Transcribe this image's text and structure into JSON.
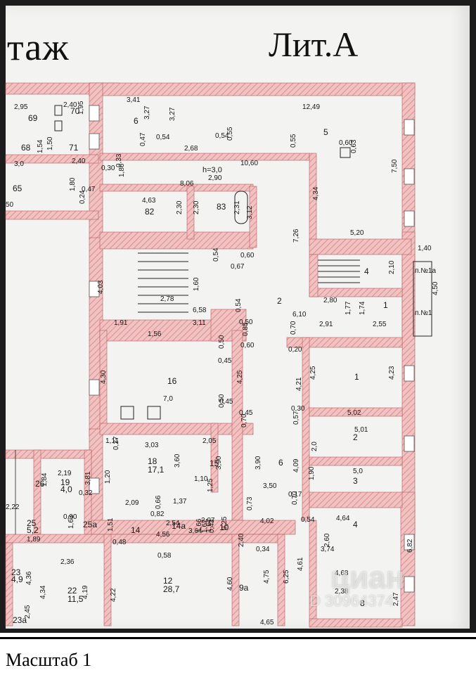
{
  "header": {
    "floor_title": "таж",
    "lit_title": "Лит.А"
  },
  "footer": {
    "scale_label": "Масштаб 1"
  },
  "watermark": {
    "logo": "циан",
    "listing_id": "D 30964374"
  },
  "colors": {
    "wall_fill": "#f1c2c2",
    "wall_hatch": "#d98080",
    "ink": "#161616",
    "paper": "#f3f3f1"
  },
  "plan": {
    "ceiling_height": "h=3,0",
    "stair_exits": [
      "п.№1а",
      "п.№1"
    ],
    "rooms": [
      "69",
      "70",
      "71",
      "68",
      "65",
      "6",
      "5",
      "82",
      "83",
      "4",
      "1",
      "2",
      "16",
      "18",
      "17,1",
      "15",
      "26",
      "19",
      "4,0",
      "25",
      "5,2",
      "25а",
      "14",
      "14а",
      "10",
      "6",
      "1",
      "2",
      "3",
      "4",
      "23",
      "4,9",
      "22",
      "11,5",
      "12",
      "28,7",
      "9а",
      "8",
      "23а"
    ],
    "dimensions": [
      "2,95",
      "2,40",
      "1,95",
      "3,41",
      "3,27",
      "3,27",
      "12,49",
      "0,47",
      "0,54",
      "2,68",
      "0,54",
      "0,55",
      "0,55",
      "0,60",
      "0,63",
      "1,54",
      "1,50",
      "3,0",
      "2,40",
      "0,30",
      "0,33",
      "1,86",
      "10,60",
      "7,50",
      "1,80",
      "0,47",
      "0,24",
      "8,06",
      "4,63",
      "2,90",
      "2,30",
      "2,30",
      "2,31",
      "3,12",
      "4,34",
      "50",
      "7,26",
      "5,20",
      "1,40",
      "0,54",
      "0,60",
      "0,67",
      "2,10",
      "4,03",
      "2,78",
      "1,60",
      "4,50",
      "2,80",
      "6,58",
      "0,54",
      "6,10",
      "1,77",
      "1,74",
      "1,91",
      "3,11",
      "0,50",
      "2,91",
      "2,55",
      "1,56",
      "0,85",
      "0,70",
      "0,60",
      "0,50",
      "0,20",
      "0,45",
      "4,30",
      "7,0",
      "4,25",
      "4,21",
      "4,25",
      "4,23",
      "0,50",
      "0,45",
      "0,45",
      "0,30",
      "5,02",
      "0,70",
      "0,57",
      "5,01",
      "1,11",
      "0,27",
      "3,03",
      "2,05",
      "2,0",
      "3,60",
      "3,90",
      "3,90",
      "4,09",
      "5,0",
      "2,19",
      "1,10",
      "1,90",
      "3,81",
      "1,20",
      "1,25",
      "3,50",
      "1,84",
      "0,32",
      "2,09",
      "0,66",
      "1,37",
      "0,17",
      "0,73",
      "0,70",
      "2,22",
      "0,82",
      "0,54",
      "4,64",
      "0,90",
      "2,54",
      "2,07",
      "4,02",
      "1,63",
      "1,51",
      "4,56",
      "0,25",
      "1,66",
      "1,67",
      "3,64",
      "1,89",
      "0,48",
      "1,67",
      "0,43",
      "2,40",
      "0,34",
      "3,74",
      "6,82",
      "0,58",
      "2,60",
      "2,36",
      "4,36",
      "4,34",
      "4,19",
      "4,22",
      "4,60",
      "4,75",
      "6,25",
      "4,61",
      "4,68",
      "2,38",
      "2,47",
      "2,45",
      "4,65"
    ]
  }
}
